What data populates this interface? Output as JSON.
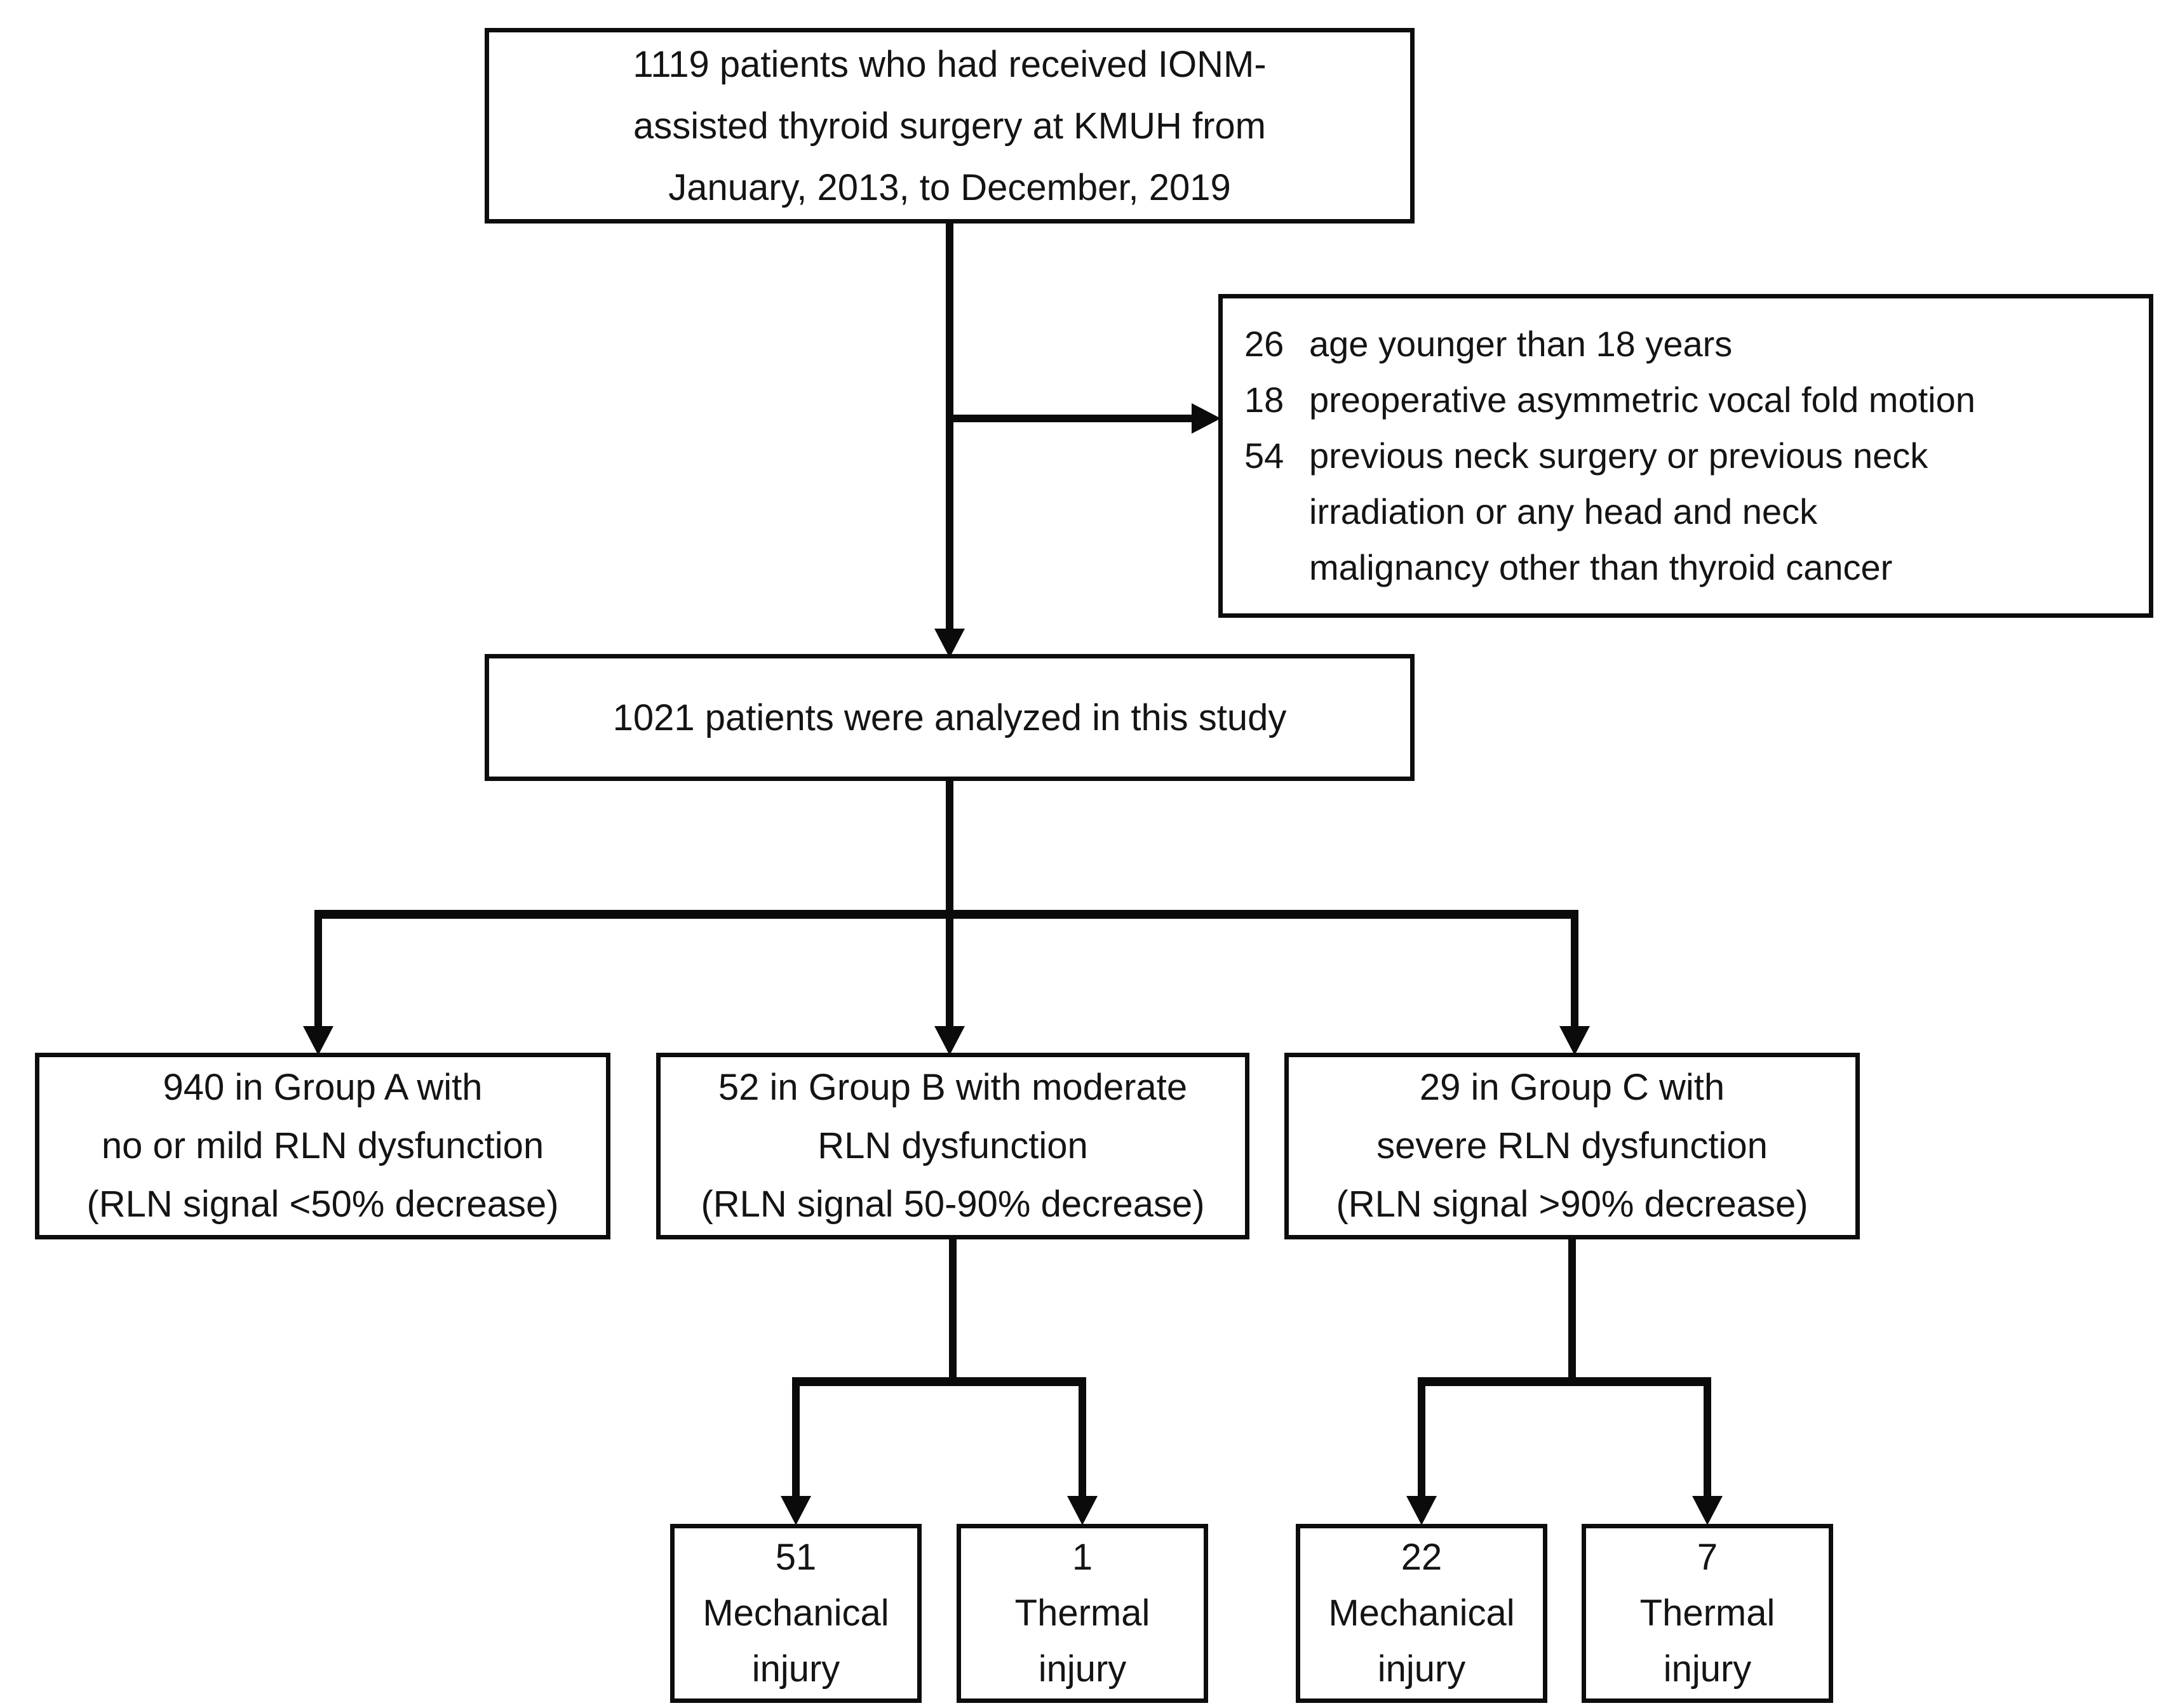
{
  "colors": {
    "background": "#ffffff",
    "box_border": "#0d0d0d",
    "connector": "#0b0b0b",
    "text": "#141414"
  },
  "nodes": {
    "enrolled": {
      "lines": [
        "1119 patients who had received IONM-",
        "assisted thyroid surgery at KMUH from",
        "January, 2013, to December, 2019"
      ]
    },
    "excluded": {
      "items": [
        {
          "count": "26",
          "lines": [
            "age younger than 18 years"
          ]
        },
        {
          "count": "18",
          "lines": [
            "preoperative asymmetric vocal fold motion"
          ]
        },
        {
          "count": "54",
          "lines": [
            "previous neck surgery or previous neck",
            "irradiation or any head and neck",
            "malignancy other than thyroid cancer"
          ]
        }
      ]
    },
    "analyzed": {
      "text": "1021 patients were analyzed in this study"
    },
    "group_a": {
      "lines": [
        "940 in Group A with",
        "no or mild RLN dysfunction",
        "(RLN signal <50% decrease)"
      ]
    },
    "group_b": {
      "lines": [
        "52 in Group B with moderate",
        "RLN dysfunction",
        "(RLN signal 50-90% decrease)"
      ]
    },
    "group_c": {
      "lines": [
        "29 in Group C with",
        "severe RLN dysfunction",
        "(RLN signal >90% decrease)"
      ]
    },
    "group_b_mechanical": {
      "lines": [
        "51",
        "Mechanical",
        "injury"
      ]
    },
    "group_b_thermal": {
      "lines": [
        "1",
        "Thermal",
        "injury"
      ]
    },
    "group_c_mechanical": {
      "lines": [
        "22",
        "Mechanical",
        "injury"
      ]
    },
    "group_c_thermal": {
      "lines": [
        "7",
        "Thermal",
        "injury"
      ]
    }
  }
}
